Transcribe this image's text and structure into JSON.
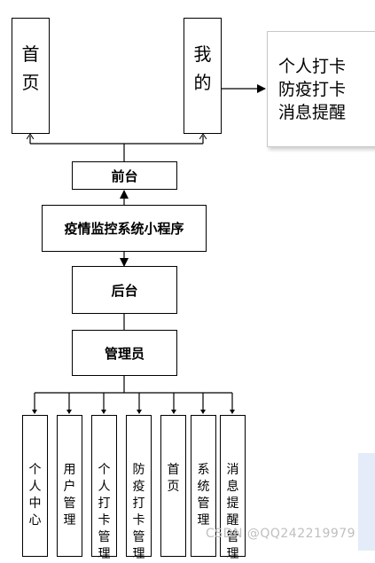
{
  "diagram": {
    "top_left": "首页",
    "top_right": "我的",
    "callout_lines": [
      "个人打卡",
      "防疫打卡",
      "消息提醒"
    ],
    "front": "前台",
    "app": "疫情监控系统小程序",
    "back": "后台",
    "admin": "管理员",
    "modules": [
      "个人中心",
      "用户管理",
      "个人打卡管理",
      "防疫打卡管理",
      "首页",
      "系统管理",
      "消息提醒管理"
    ]
  },
  "watermark": "CSDN @QQ242219979"
}
